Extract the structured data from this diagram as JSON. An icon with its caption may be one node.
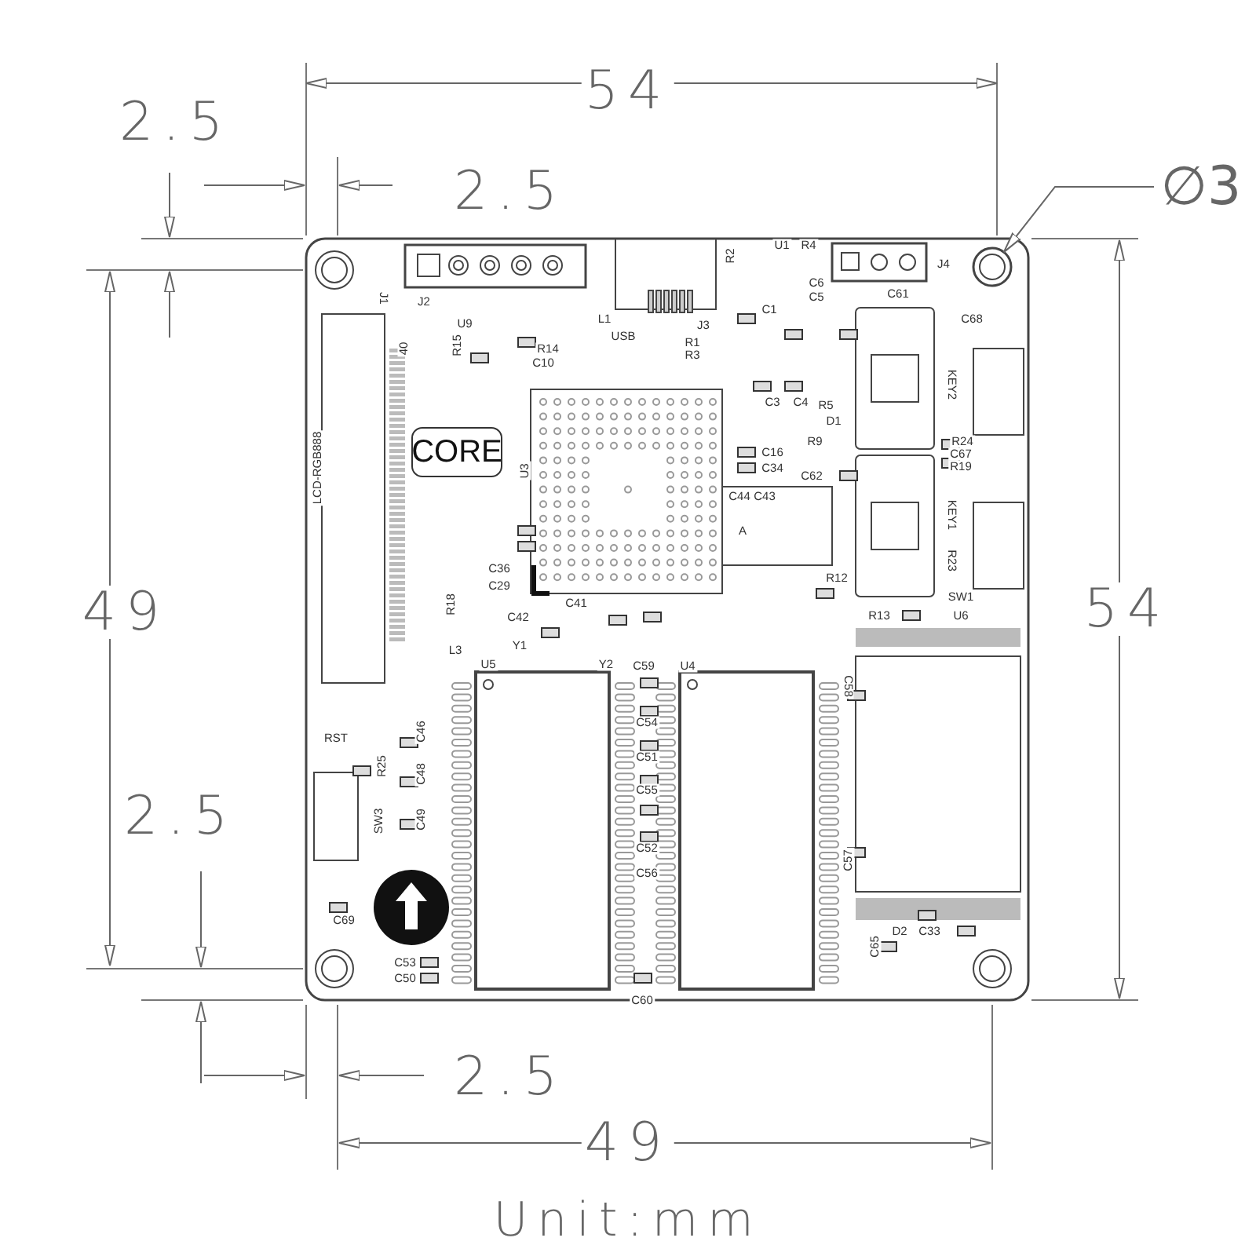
{
  "diagram": {
    "caption": "Unit:mm",
    "nodes": [
      {
        "text": [
          "∅3"
        ]
      },
      {
        "text": [],
        "shape": "circle"
      },
      {
        "text": [
          "CORE"
        ]
      }
    ],
    "edges": [
      {
        "from": 0,
        "to": 1,
        "arrow": "to"
      }
    ],
    "labels": [
      "2.5",
      "54",
      "2.5",
      "J2",
      "R2",
      "U1",
      "R4",
      "J4",
      "C6",
      "C5",
      "C61",
      "C1",
      "J1",
      "U9",
      "L1",
      "USB",
      "J3",
      "C68",
      "R1",
      "R3",
      "40",
      "R15",
      "R14",
      "C10",
      "C3",
      "C4",
      "KEY2",
      "R5",
      "D1",
      "R9",
      "R24",
      "C16",
      "C67",
      "C34",
      "R19",
      "C62",
      "LCD-RGB888",
      "U3",
      "C44",
      "C43",
      "KEY1",
      "A",
      "R23",
      "C36",
      "R12",
      "C29",
      "SW1",
      "R18",
      "C41",
      "C42",
      "R13",
      "U6",
      "Y1",
      "L3",
      "U5",
      "Y2",
      "C59",
      "U4",
      "C58",
      "C54",
      "C46",
      "RST",
      "C51",
      "R25",
      "C48",
      "C55",
      "SW3",
      "C49",
      "C52",
      "C57",
      "C56",
      "49",
      "54",
      "2.5",
      "C69",
      "D2",
      "C33",
      "C65",
      "C53",
      "C50",
      "C60",
      "2.5",
      "49"
    ]
  }
}
